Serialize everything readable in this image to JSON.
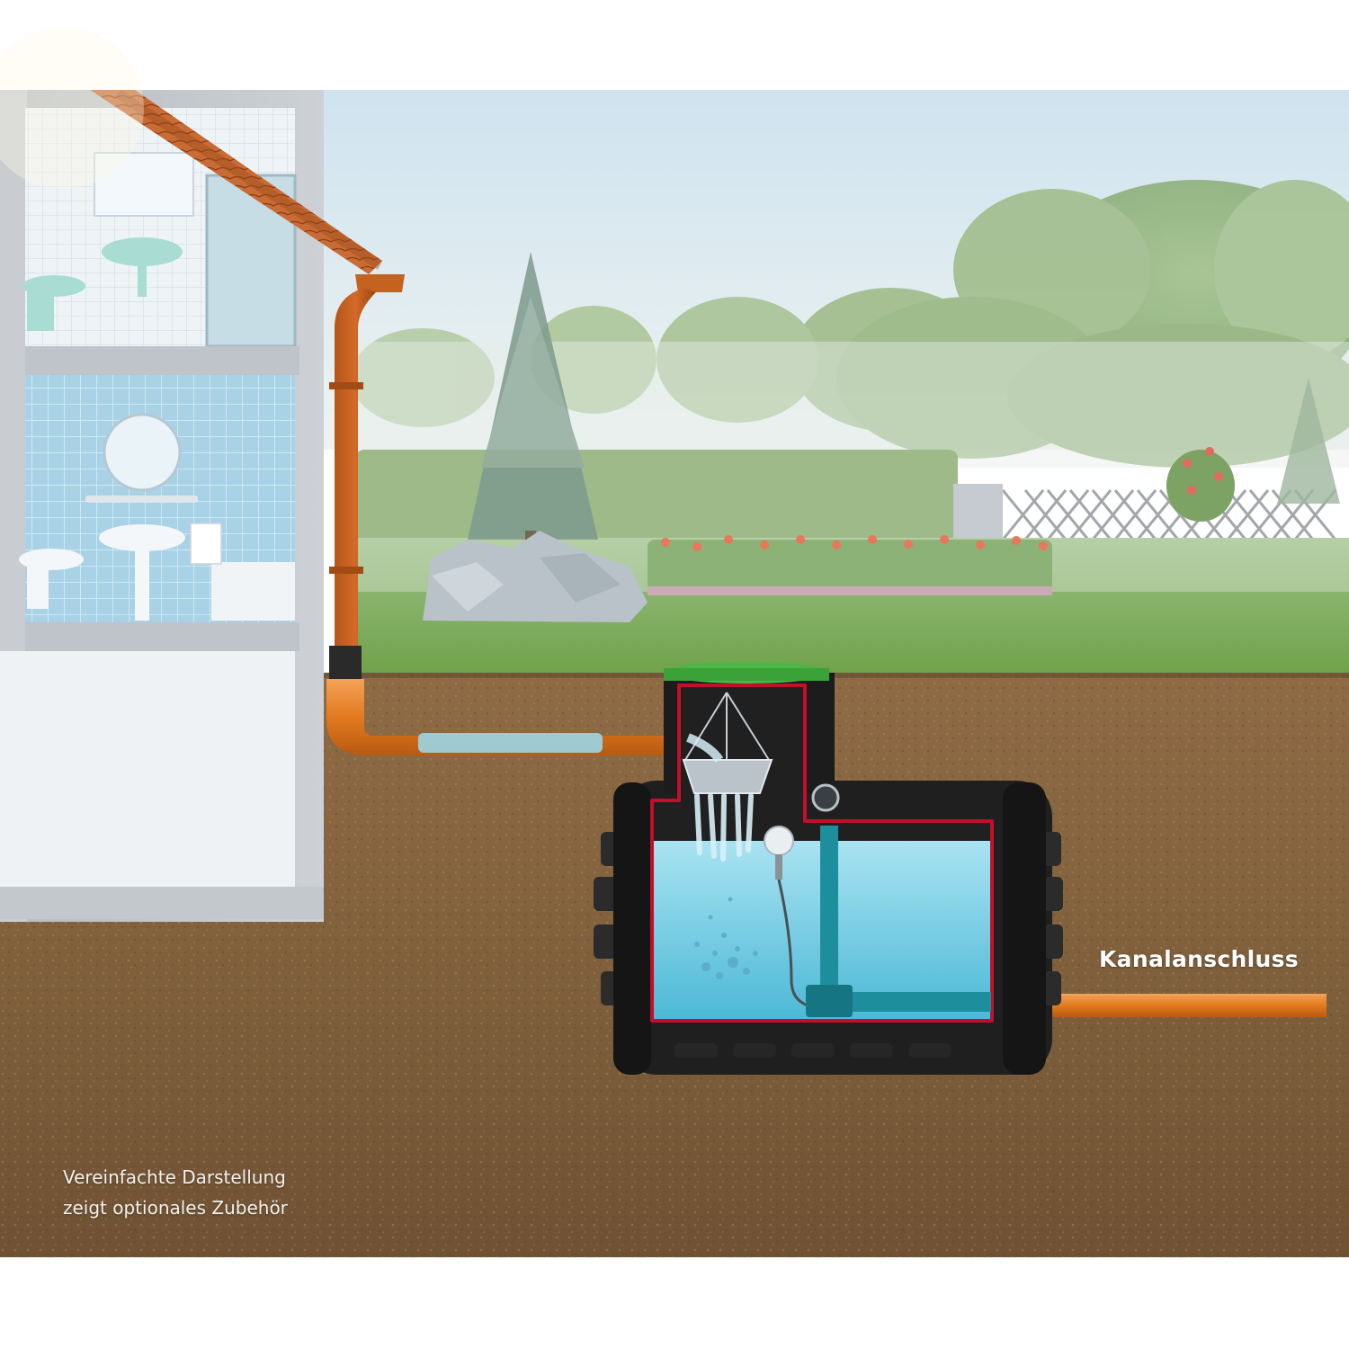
{
  "labels": {
    "outlet": "Kanalanschluss",
    "note_line_1": "Vereinfachte Darstellung",
    "note_line_2": "zeigt optionales Zubehör"
  },
  "colors": {
    "pipe_orange": "#e57c22",
    "soil_brown": "#8a6640",
    "tank_black": "#1d1d1d",
    "tank_outline_red": "#c0102a",
    "water_blue": "#7fd0e6",
    "lid_green": "#39a83a",
    "grass_green": "#7faa5e",
    "sky_blue": "#dcebf3"
  },
  "icons": [
    "house-icon",
    "downpipe-icon",
    "gutter-icon",
    "cistern-tank-icon",
    "filter-basket-icon",
    "float-switch-icon",
    "overflow-pipe-icon",
    "pump-suction-icon"
  ]
}
